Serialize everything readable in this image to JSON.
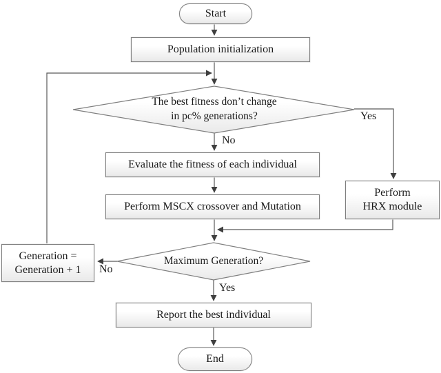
{
  "diagram": {
    "type": "flowchart",
    "nodes": {
      "start": {
        "label": "Start"
      },
      "population_initialization": {
        "label": "Population initialization"
      },
      "fitness_check": {
        "line1": "The best fitness don’t change",
        "line2": "in pc% generations?"
      },
      "evaluate_fitness": {
        "label": "Evaluate the fitness of each individual"
      },
      "mscx_crossover": {
        "label": "Perform MSCX crossover and Mutation"
      },
      "hrx_module": {
        "line1": "Perform",
        "line2": "HRX module"
      },
      "max_generation": {
        "label": "Maximum Generation?"
      },
      "generation_increment": {
        "line1": "Generation =",
        "line2": "Generation + 1"
      },
      "report_best": {
        "label": "Report the best individual"
      },
      "end": {
        "label": "End"
      }
    },
    "edge_labels": {
      "yes_top": "Yes",
      "no_top": "No",
      "no_bottom": "No",
      "yes_bottom": "Yes"
    },
    "colors": {
      "shape_border": "#7f7f7f",
      "shape_fill_top": "#ffffff",
      "shape_fill_bottom": "#e9e9e9",
      "connector": "#595959",
      "arrowhead": "#3f3f3f",
      "text": "#1a1a1a",
      "background": "#ffffff"
    }
  }
}
